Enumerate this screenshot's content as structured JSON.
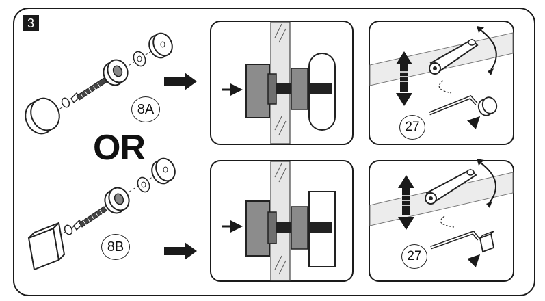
{
  "step": {
    "number": "3"
  },
  "divider": {
    "text": "OR"
  },
  "options": [
    {
      "label": "8A",
      "cap_shape": "round"
    },
    {
      "label": "8B",
      "cap_shape": "square"
    }
  ],
  "tool_labels": [
    "27",
    "27"
  ],
  "colors": {
    "ink": "#1a1a1a",
    "metal": "#8c8c8c",
    "metal_dark": "#6f6f6f",
    "glass": "#e4e4e4",
    "background": "#ffffff"
  }
}
